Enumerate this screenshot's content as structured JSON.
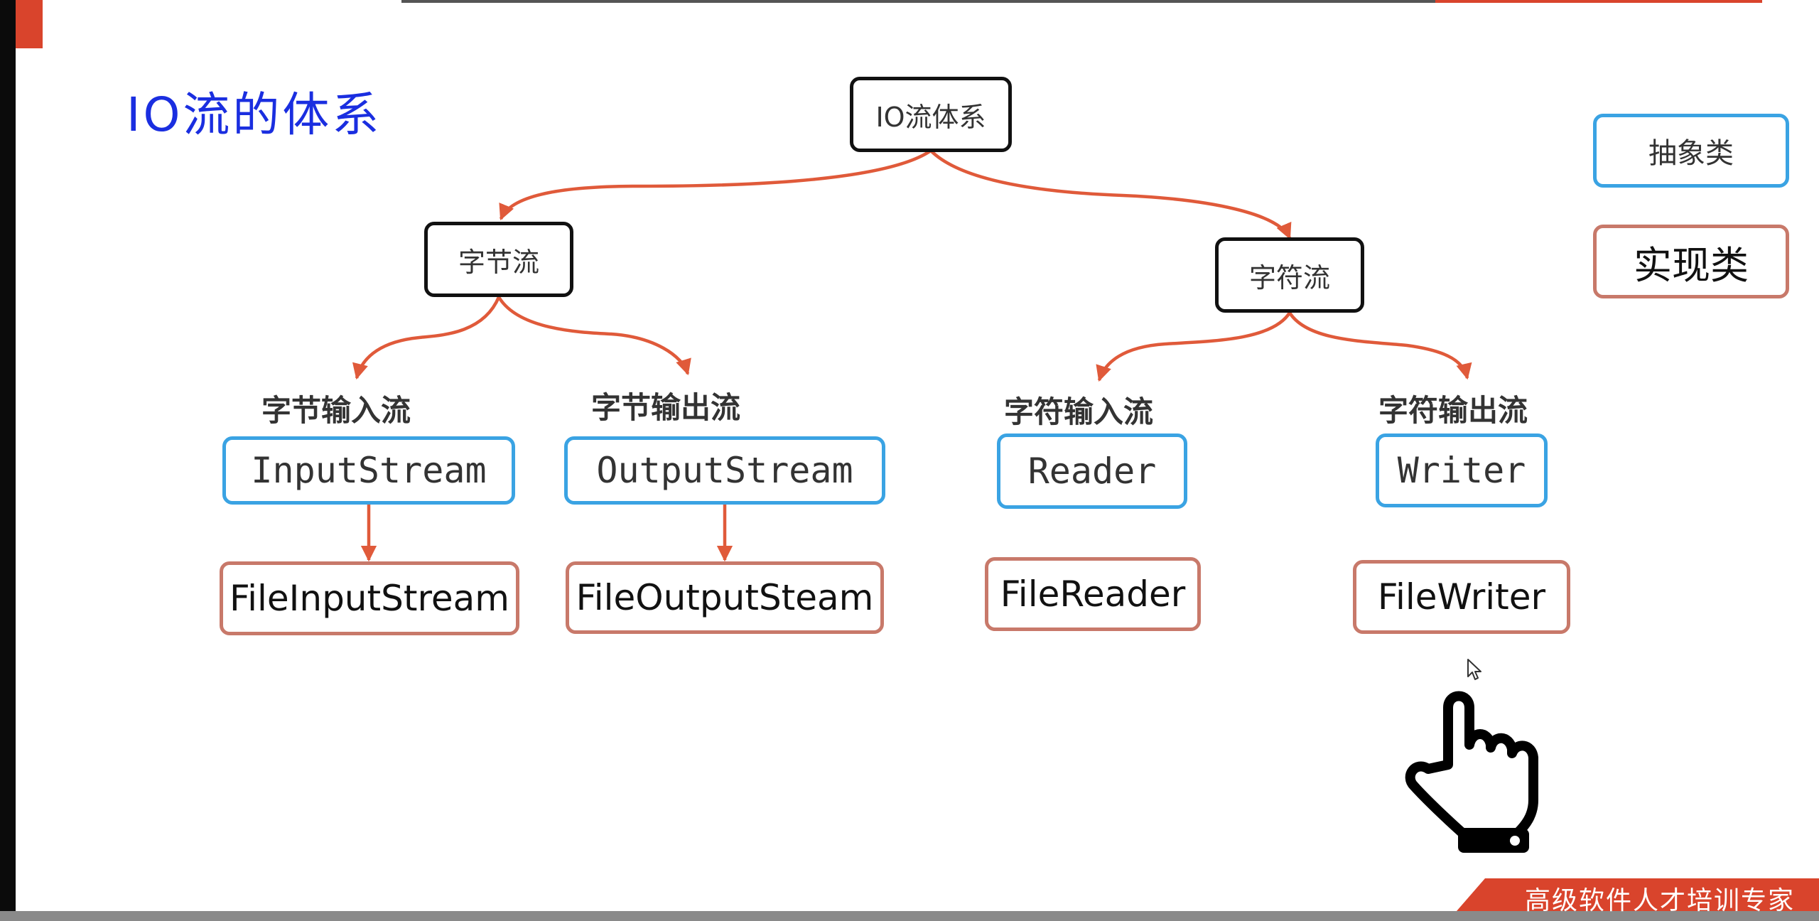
{
  "heading": "IO流的体系",
  "root": {
    "label": "IO流体系"
  },
  "byte_stream": {
    "label": "字节流"
  },
  "char_stream": {
    "label": "字符流"
  },
  "categories": {
    "byte_input": "字节输入流",
    "byte_output": "字节输出流",
    "char_input": "字符输入流",
    "char_output": "字符输出流"
  },
  "abstract_classes": {
    "input_stream": "InputStream",
    "output_stream": "OutputStream",
    "reader": "Reader",
    "writer": "Writer"
  },
  "impl_classes": {
    "file_input_stream": "FileInputStream",
    "file_output_stream": "FileOutputSteam",
    "file_reader": "FileReader",
    "file_writer": "FileWriter"
  },
  "legend": {
    "abstract_label": "抽象类",
    "impl_label": "实现类"
  },
  "footer": {
    "slogan": "高级软件人才培训专家"
  },
  "colors": {
    "arrow": "#e05a3a",
    "abstract_border": "#3aa3e3",
    "impl_border": "#c8796a",
    "heading": "#1a2ee0",
    "footer_banner": "#d9442c"
  },
  "icons": {
    "cursor": "mouse-pointer-icon",
    "hand": "pointing-hand-icon"
  }
}
